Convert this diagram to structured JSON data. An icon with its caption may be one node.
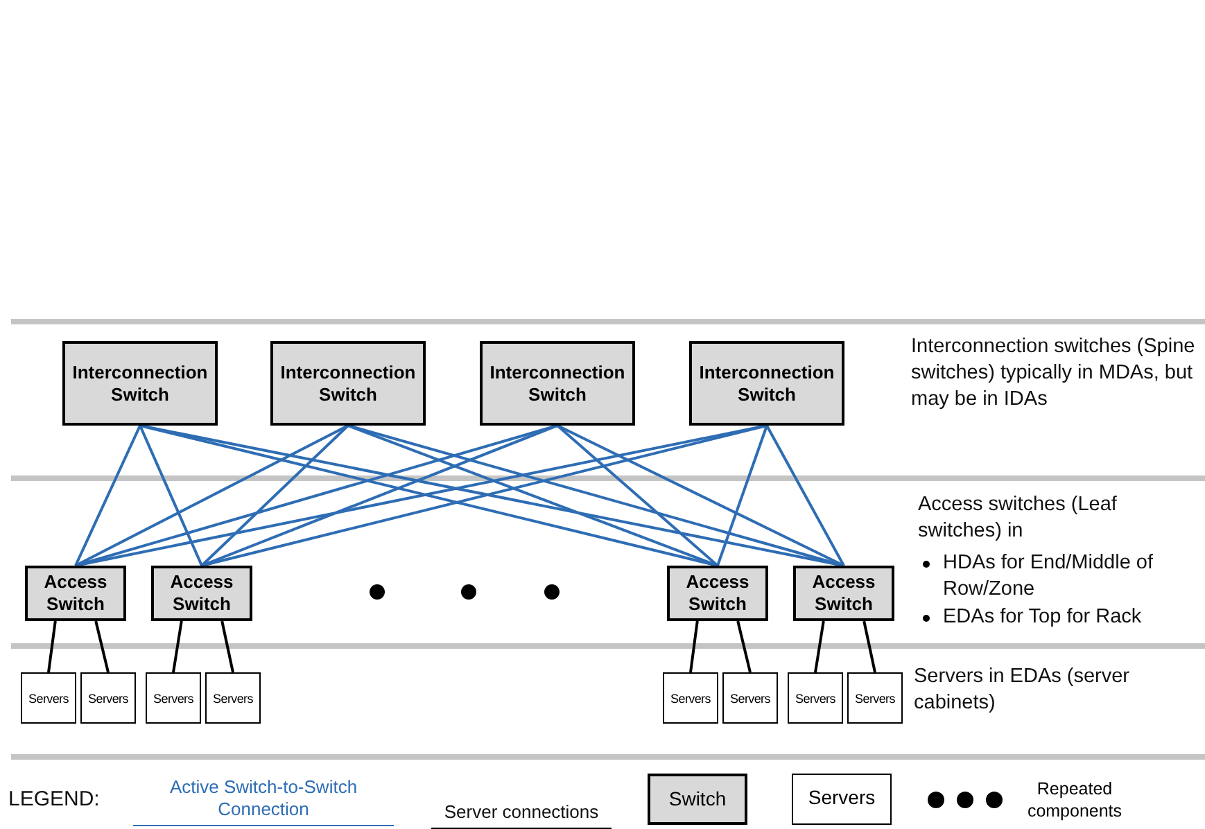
{
  "diagram": {
    "nodes": [
      {
        "text": [
          "Interconnection Switch"
        ]
      },
      {
        "text": [
          "Interconnection Switch"
        ]
      },
      {
        "text": [
          "Interconnection Switch"
        ]
      },
      {
        "text": [
          "Interconnection Switch"
        ]
      },
      {
        "text": [
          "Access Switch"
        ]
      },
      {
        "text": [
          "Access Switch"
        ]
      },
      {
        "text": [
          "Access Switch"
        ]
      },
      {
        "text": [
          "Access Switch"
        ]
      },
      {
        "text": [
          "Servers"
        ]
      },
      {
        "text": [
          "Servers"
        ]
      },
      {
        "text": [
          "Servers"
        ]
      },
      {
        "text": [
          "Servers"
        ]
      },
      {
        "text": [
          "Servers"
        ]
      },
      {
        "text": [
          "Servers"
        ]
      },
      {
        "text": [
          "Servers"
        ]
      },
      {
        "text": [
          "Servers"
        ]
      }
    ],
    "edges": [
      {
        "from": 0,
        "to": 4,
        "arrow": "none"
      },
      {
        "from": 0,
        "to": 5,
        "arrow": "none"
      },
      {
        "from": 0,
        "to": 6,
        "arrow": "none"
      },
      {
        "from": 0,
        "to": 7,
        "arrow": "none"
      },
      {
        "from": 1,
        "to": 4,
        "arrow": "none"
      },
      {
        "from": 1,
        "to": 5,
        "arrow": "none"
      },
      {
        "from": 1,
        "to": 6,
        "arrow": "none"
      },
      {
        "from": 1,
        "to": 7,
        "arrow": "none"
      },
      {
        "from": 2,
        "to": 4,
        "arrow": "none"
      },
      {
        "from": 2,
        "to": 5,
        "arrow": "none"
      },
      {
        "from": 2,
        "to": 6,
        "arrow": "none"
      },
      {
        "from": 2,
        "to": 7,
        "arrow": "none"
      },
      {
        "from": 3,
        "to": 4,
        "arrow": "none"
      },
      {
        "from": 3,
        "to": 5,
        "arrow": "none"
      },
      {
        "from": 3,
        "to": 6,
        "arrow": "none"
      },
      {
        "from": 3,
        "to": 7,
        "arrow": "none"
      },
      {
        "from": 4,
        "to": 8,
        "arrow": "none",
        "color": "#000000"
      },
      {
        "from": 4,
        "to": 9,
        "arrow": "none",
        "color": "#000000"
      },
      {
        "from": 5,
        "to": 10,
        "arrow": "none",
        "color": "#000000"
      },
      {
        "from": 5,
        "to": 11,
        "arrow": "none",
        "color": "#000000"
      },
      {
        "from": 6,
        "to": 12,
        "arrow": "none",
        "color": "#000000"
      },
      {
        "from": 6,
        "to": 13,
        "arrow": "none",
        "color": "#000000"
      },
      {
        "from": 7,
        "to": 14,
        "arrow": "none",
        "color": "#000000"
      },
      {
        "from": 7,
        "to": 15,
        "arrow": "none",
        "color": "#000000"
      }
    ],
    "labels": [
      "Interconnection switches (Spine switches) typically in MDAs, but may be in IDAs",
      "Access switches (Leaf switches) in",
      "HDAs for End/Middle of Row/Zone",
      "EDAs for Top for Rack",
      "Servers in EDAs (server cabinets)",
      "LEGEND:"
    ],
    "legend": [
      {
        "text": "Active Switch-to-Switch Connection"
      },
      {
        "text": "Server connections"
      },
      {
        "text": "Switch"
      },
      {
        "text": "Servers"
      },
      {
        "text": "Repeated components"
      }
    ]
  }
}
